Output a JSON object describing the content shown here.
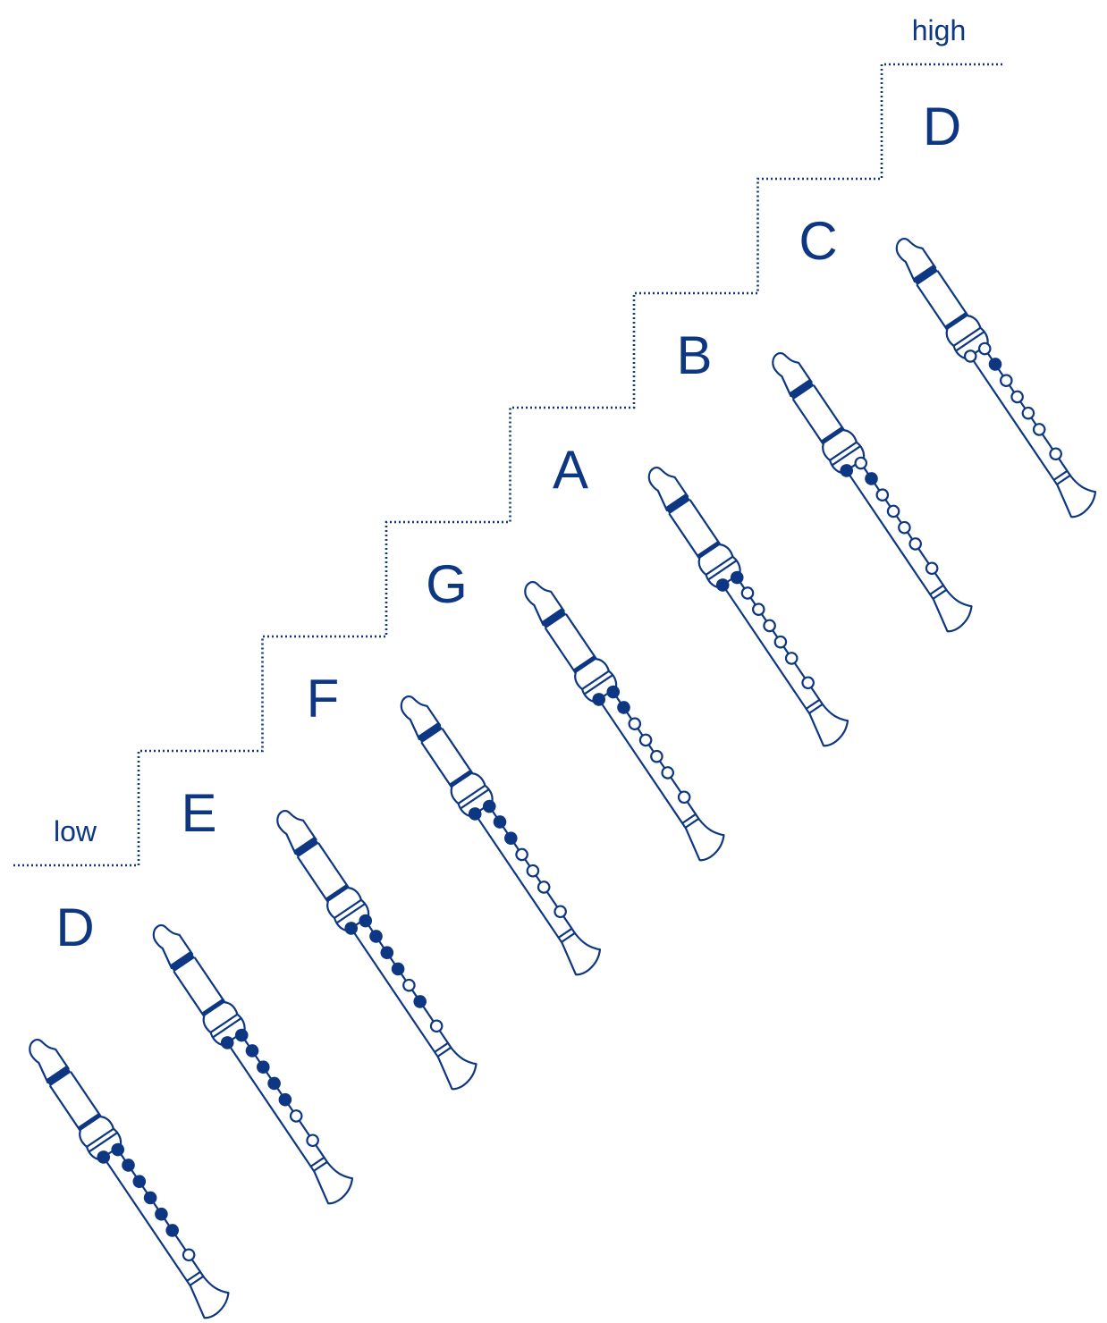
{
  "colors": {
    "ink": "#0d3782",
    "background": "#ffffff"
  },
  "labels": {
    "low": "low",
    "high": "high"
  },
  "notes": [
    {
      "name": "D",
      "holes": [
        "closed",
        "closed",
        "closed",
        "closed",
        "closed",
        "closed",
        "closed",
        "open"
      ]
    },
    {
      "name": "E",
      "holes": [
        "closed",
        "closed",
        "closed",
        "closed",
        "closed",
        "closed",
        "open",
        "open"
      ]
    },
    {
      "name": "F",
      "holes": [
        "closed",
        "closed",
        "closed",
        "closed",
        "closed",
        "open",
        "closed",
        "open"
      ]
    },
    {
      "name": "G",
      "holes": [
        "closed",
        "closed",
        "closed",
        "closed",
        "open",
        "open",
        "open",
        "open"
      ]
    },
    {
      "name": "A",
      "holes": [
        "closed",
        "closed",
        "closed",
        "open",
        "open",
        "open",
        "open",
        "open"
      ]
    },
    {
      "name": "B",
      "holes": [
        "closed",
        "closed",
        "open",
        "open",
        "open",
        "open",
        "open",
        "open"
      ]
    },
    {
      "name": "C",
      "holes": [
        "closed",
        "open",
        "closed",
        "open",
        "open",
        "open",
        "open",
        "open"
      ]
    },
    {
      "name": "D",
      "holes": [
        "open",
        "open",
        "closed",
        "open",
        "open",
        "open",
        "open",
        "open"
      ]
    }
  ]
}
